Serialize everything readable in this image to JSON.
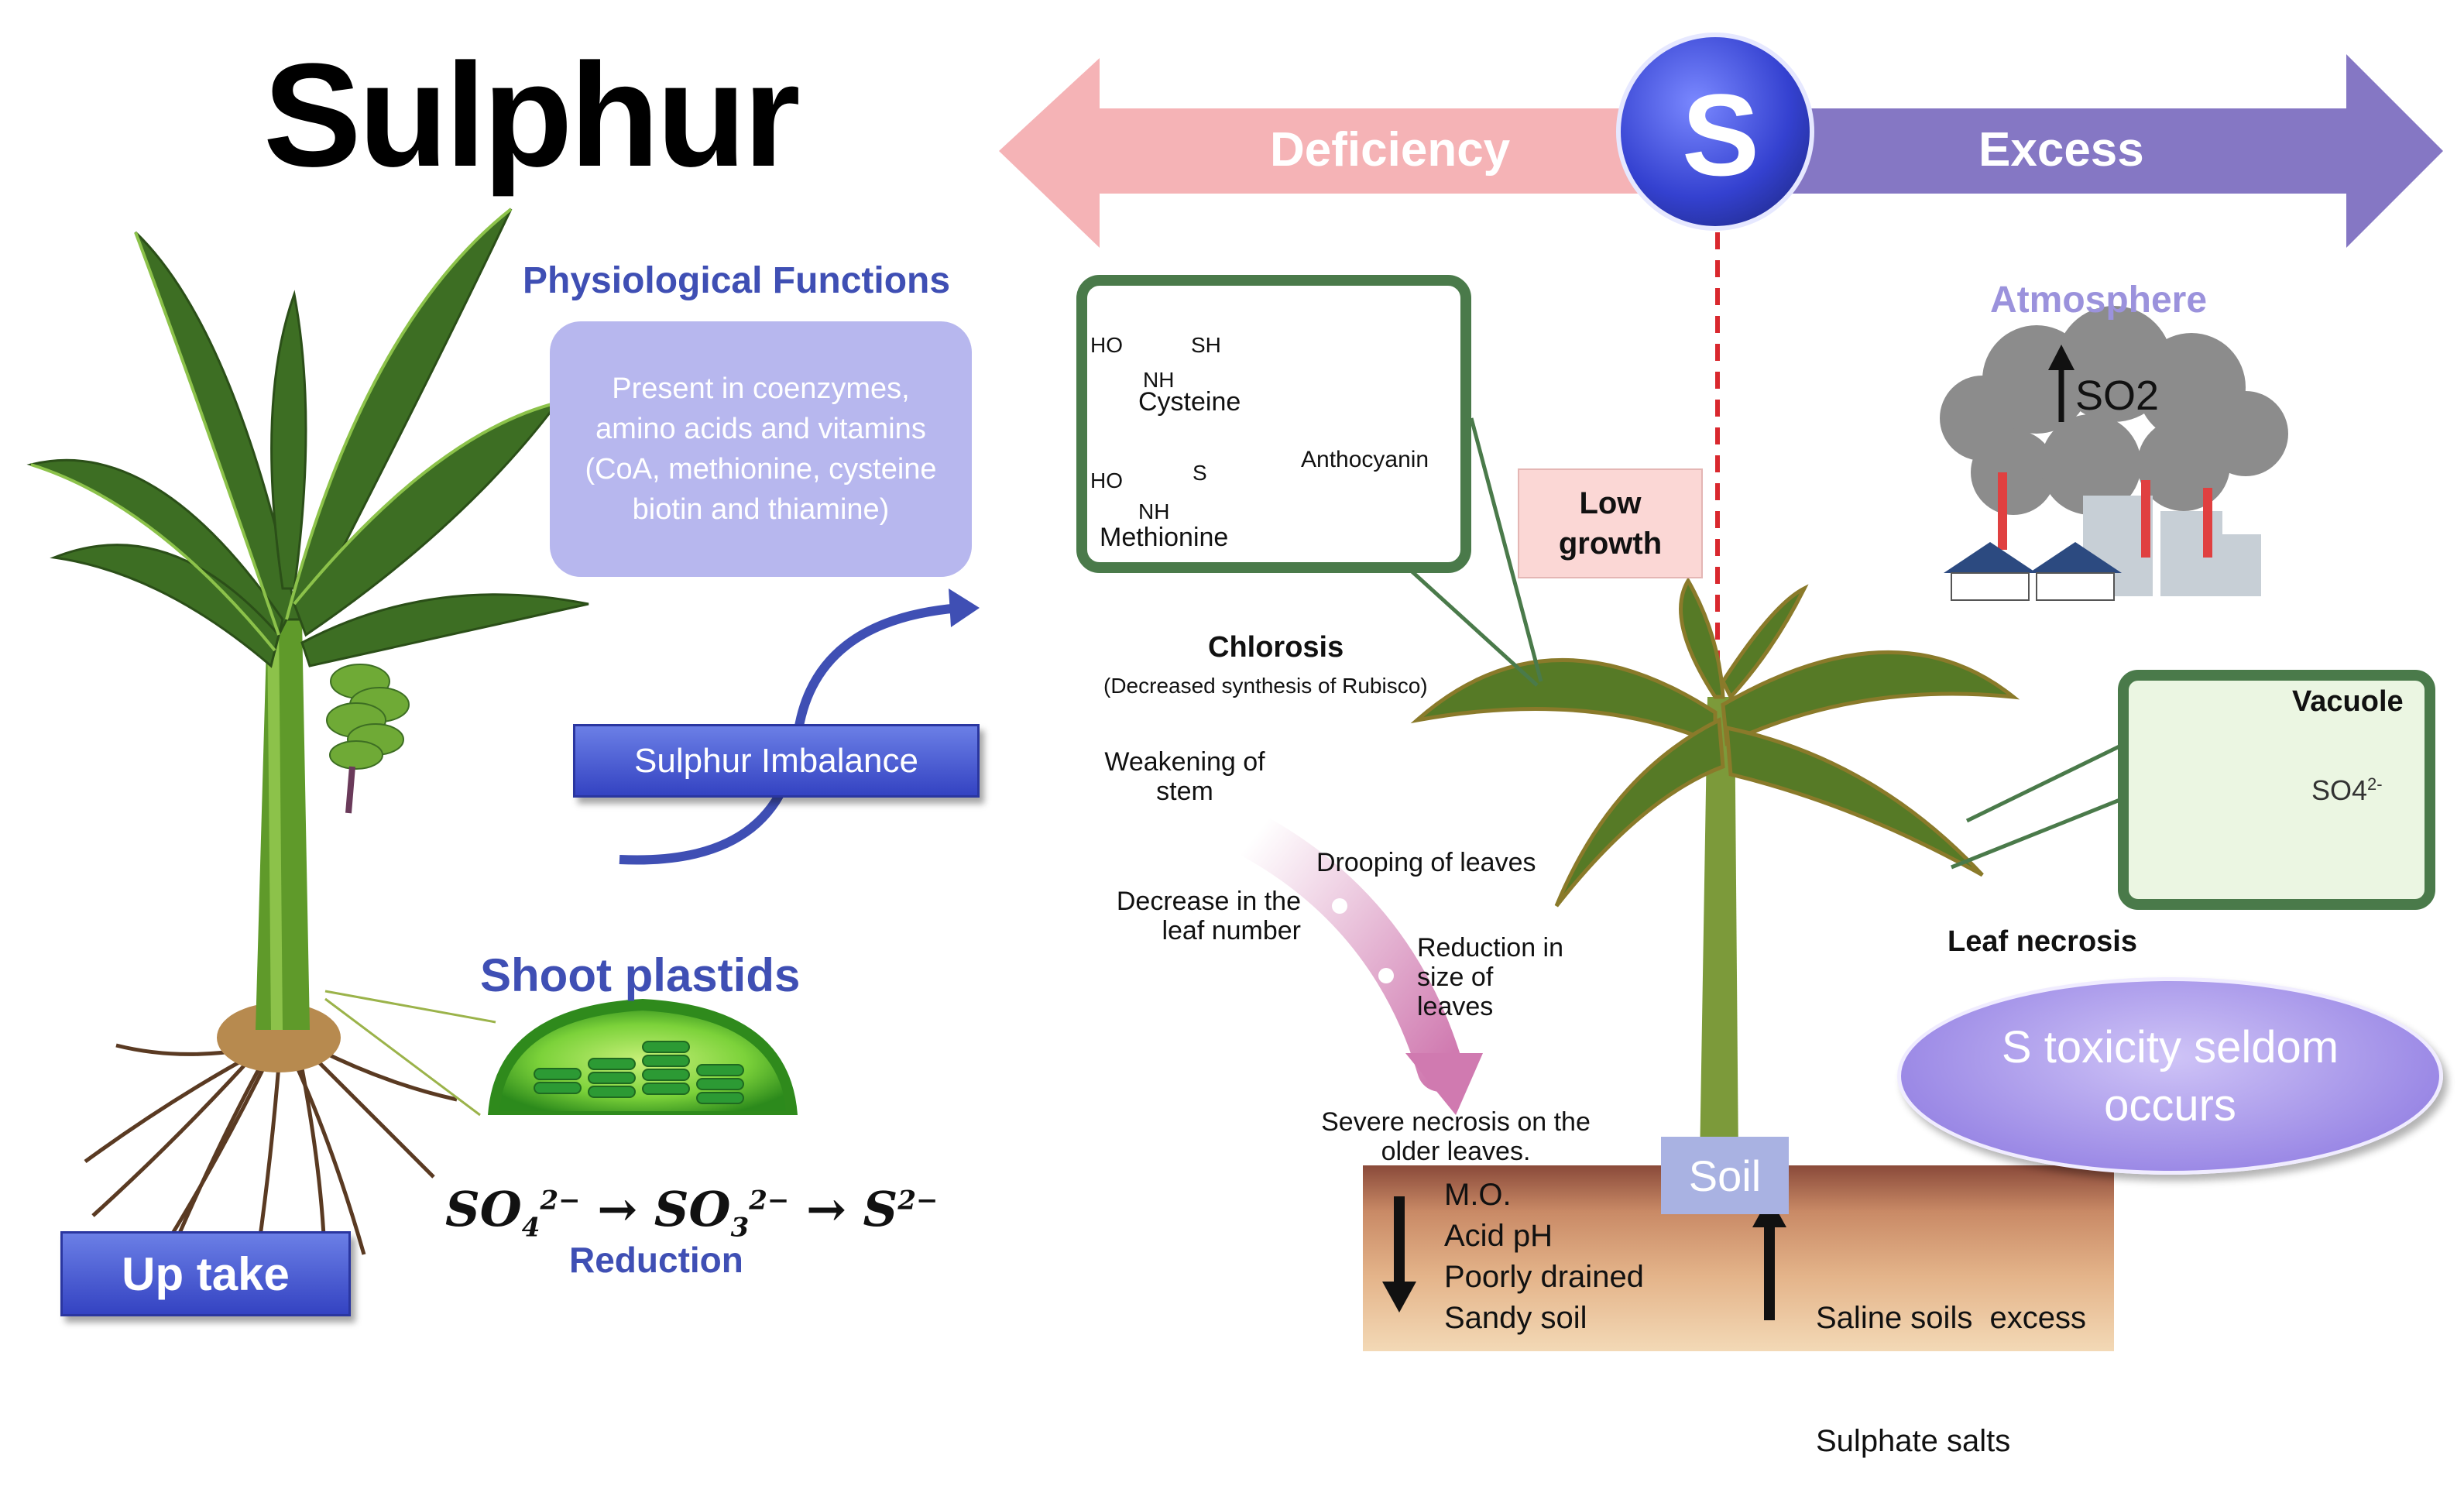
{
  "title": "Sulphur",
  "physiological": {
    "heading": "Physiological Functions",
    "text": "Present in coenzymes, amino acids and vitamins (CoA, methionine, cysteine biotin and thiamine)"
  },
  "imbalance_label": "Sulphur Imbalance",
  "shoot_plastids": "Shoot plastids",
  "formula": {
    "a": "SO",
    "a_sub": "4",
    "a_sup": "2−",
    "b": "SO",
    "b_sub": "3",
    "b_sup": "2−",
    "c": "S",
    "c_sup": "2−",
    "arrow": "→"
  },
  "reduction": "Reduction",
  "uptake": "Up take",
  "scale": {
    "deficiency": "Deficiency",
    "symbol": "S",
    "excess": "Excess"
  },
  "molecules": {
    "cysteine": "Cysteine",
    "methionine": "Methionine",
    "anthocyanin": "Anthocyanin",
    "ho1": "HO",
    "sh": "SH",
    "nh2": "NH",
    "ho2": "HO",
    "s": "S",
    "nh2b": "NH"
  },
  "low_growth": "Low growth",
  "chlorosis": {
    "title": "Chlorosis",
    "note": "(Decreased synthesis of Rubisco)"
  },
  "symptoms": {
    "weakening": "Weakening of stem",
    "drooping": "Drooping of leaves",
    "decrease_leaf": "Decrease in the leaf number",
    "reduction_size": "Reduction in size of leaves",
    "necrosis_old": "Severe necrosis on the older leaves."
  },
  "atmosphere": {
    "label": "Atmosphere",
    "gas": "SO2"
  },
  "vacuole": {
    "label": "Vacuole",
    "ion": "SO4",
    "ion_sup": "2-"
  },
  "leaf_necrosis": "Leaf necrosis",
  "toxicity": "S toxicity seldom occurs",
  "soil": {
    "tag": "Soil",
    "left": [
      "M.O.",
      "Acid pH",
      "Poorly drained",
      "Sandy soil"
    ],
    "right": [
      "Saline soils  excess",
      "Sulphate salts"
    ]
  },
  "colors": {
    "deficiency_arrow": "#f5b3b6",
    "excess_arrow": "#8577c4",
    "s_circle": "#3c4fd4",
    "frame_green": "#4a7a4a",
    "blue_heading": "#3f4fb4",
    "red_arrow": "#b02a32"
  }
}
